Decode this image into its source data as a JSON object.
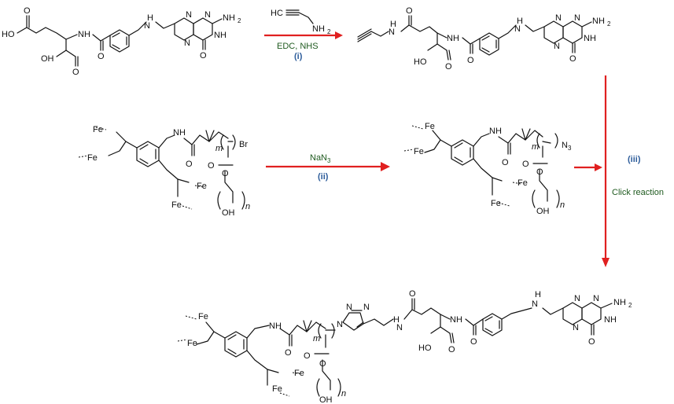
{
  "labels": {
    "ho": "HO",
    "oh": "OH",
    "o": "O",
    "nh": "NH",
    "h": "H",
    "n": "N",
    "fe": "Fe",
    "br": "Br",
    "m": "m",
    "n_italic": "n",
    "nh2": "NH",
    "two": "2",
    "n3": "N",
    "three": "3",
    "hc": "HC"
  },
  "reactions": {
    "step1_reagent_top": "HC",
    "step1_reagent_amine": "NH",
    "step1_conditions": "EDC, NHS",
    "step1_id": "(i)",
    "step2_reagent": "NaN",
    "step2_reagent_sub": "3",
    "step2_id": "(ii)",
    "step3_id": "(iii)",
    "step3_label": "Click reaction"
  },
  "colors": {
    "arrow": "#e02020",
    "step_id": "#2e5d9b",
    "reagent": "#1f5a1f"
  }
}
